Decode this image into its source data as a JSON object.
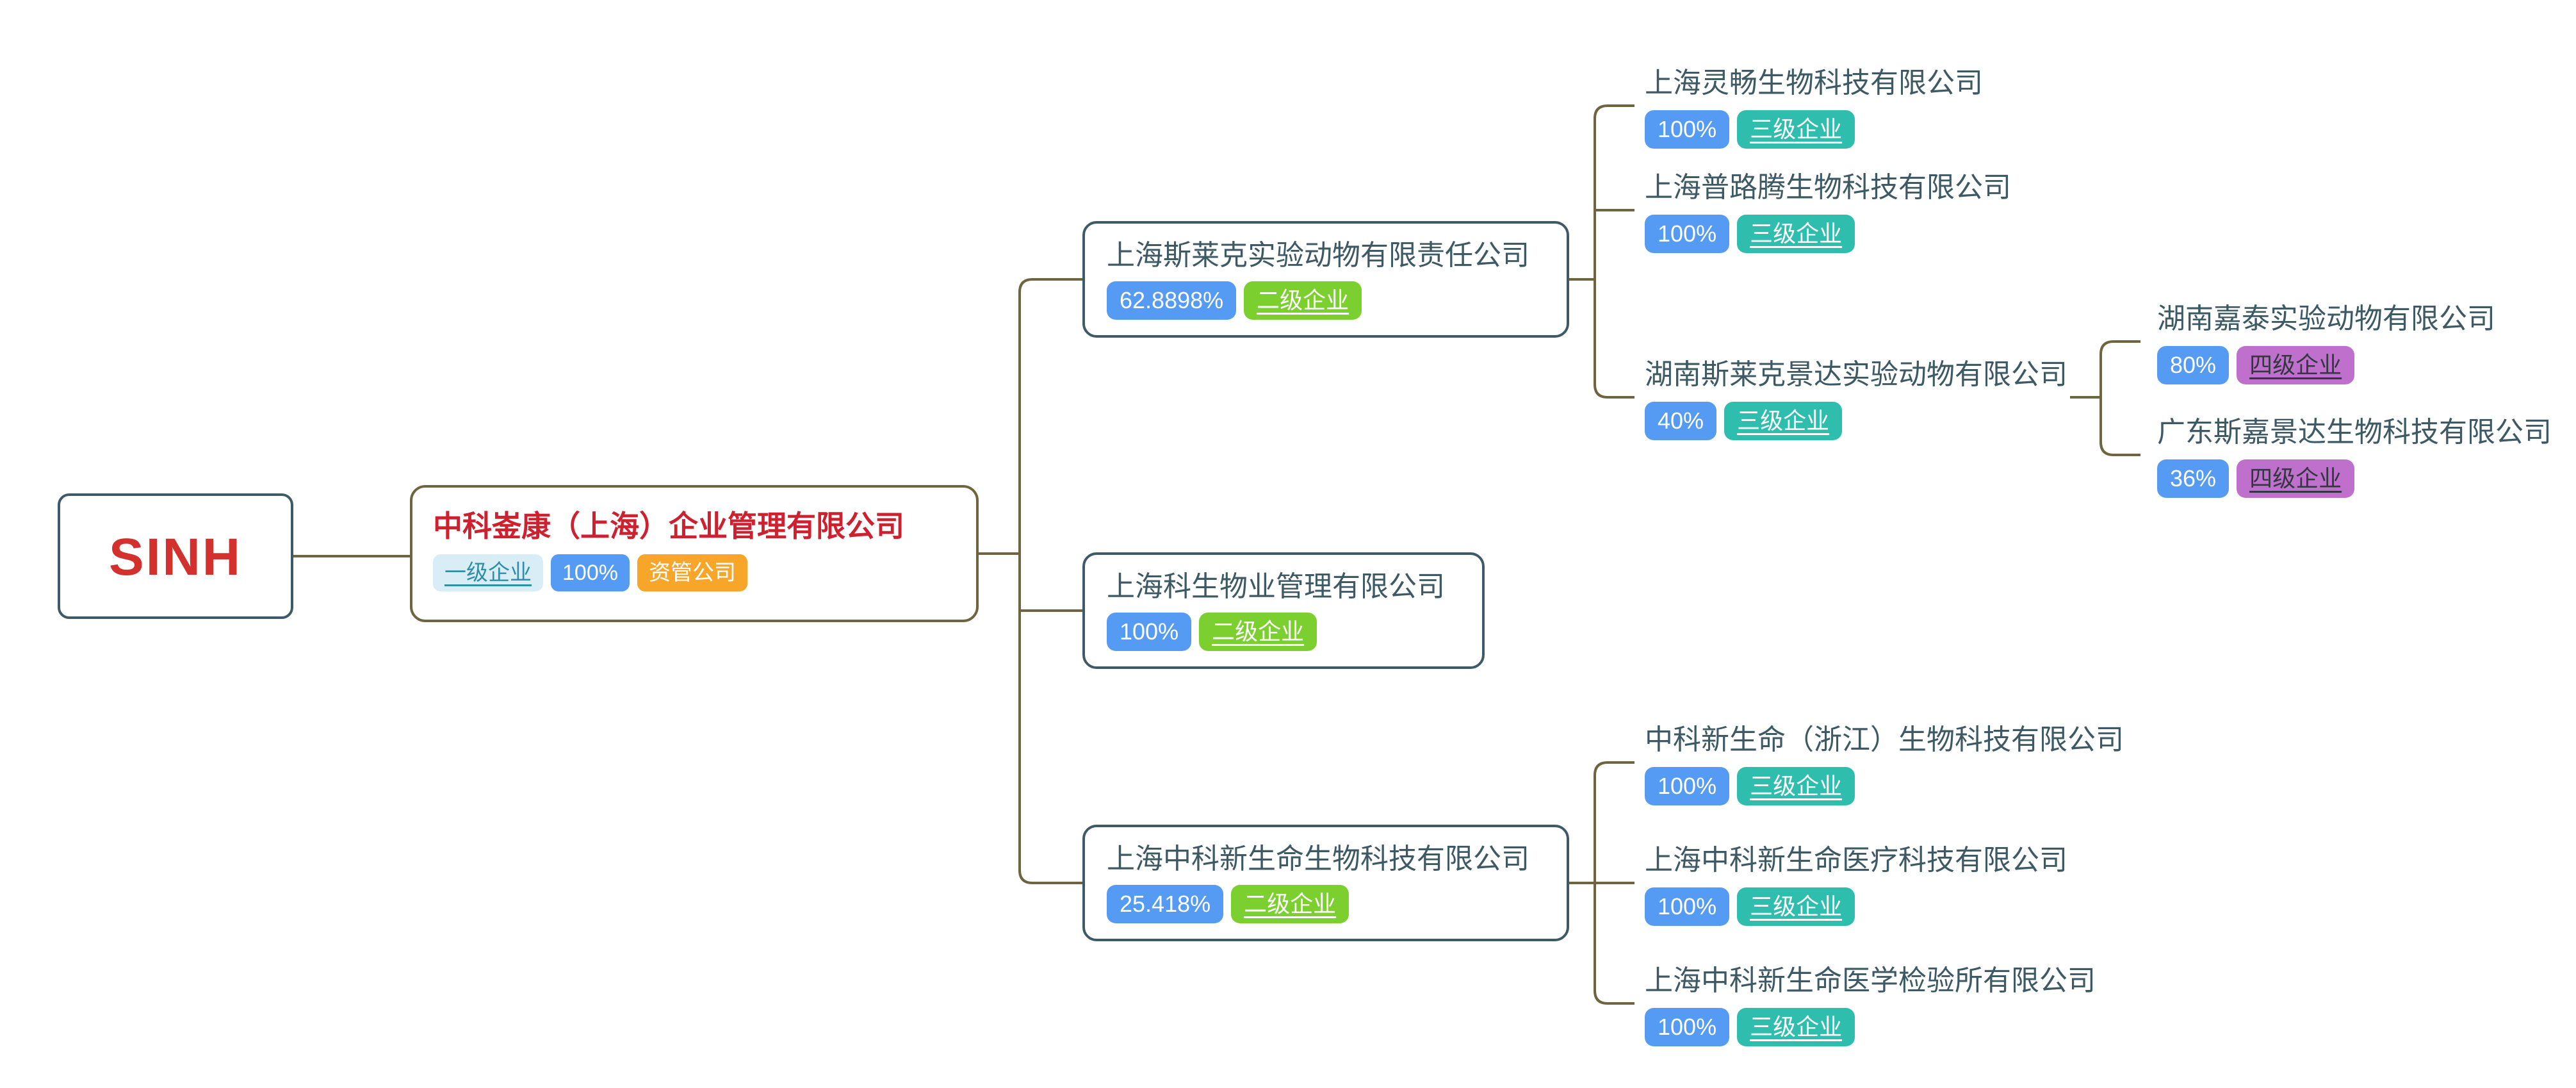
{
  "palette": {
    "line": "#6F6440",
    "box_border": "#3E5A66",
    "root_border": "#6F6440",
    "node_title_text": "#3D5964",
    "root_title_text": "#CE2130",
    "logo_text": "#D2312E",
    "percent_badge_bg": "#569BF3",
    "level1_badge_bg": "#D9EDF6",
    "level1_badge_text": "#2F8EA8",
    "level2_badge_bg": "#7BCF2F",
    "level3_badge_bg": "#2FBDAE",
    "level4_badge_bg": "#BF70CC",
    "tag_badge_bg": "#F7A62A"
  },
  "logo": {
    "label": "SINH"
  },
  "root": {
    "name": "中科崟康（上海）企业管理有限公司",
    "level_label": "一级企业",
    "percent": "100%",
    "tag": "资管公司"
  },
  "level2": [
    {
      "name": "上海斯莱克实验动物有限责任公司",
      "percent": "62.8898%",
      "level_label": "二级企业"
    },
    {
      "name": "上海科生物业管理有限公司",
      "percent": "100%",
      "level_label": "二级企业"
    },
    {
      "name": "上海中科新生命生物科技有限公司",
      "percent": "25.418%",
      "level_label": "二级企业"
    }
  ],
  "level3_slac": [
    {
      "name": "上海灵畅生物科技有限公司",
      "percent": "100%",
      "level_label": "三级企业"
    },
    {
      "name": "上海普路腾生物科技有限公司",
      "percent": "100%",
      "level_label": "三级企业"
    },
    {
      "name": "湖南斯莱克景达实验动物有限公司",
      "percent": "40%",
      "level_label": "三级企业"
    }
  ],
  "level4_jingda": [
    {
      "name": "湖南嘉泰实验动物有限公司",
      "percent": "80%",
      "level_label": "四级企业"
    },
    {
      "name": "广东斯嘉景达生物科技有限公司",
      "percent": "36%",
      "level_label": "四级企业"
    }
  ],
  "level3_xinsheng": [
    {
      "name": "中科新生命（浙江）生物科技有限公司",
      "percent": "100%",
      "level_label": "三级企业"
    },
    {
      "name": "上海中科新生命医疗科技有限公司",
      "percent": "100%",
      "level_label": "三级企业"
    },
    {
      "name": "上海中科新生命医学检验所有限公司",
      "percent": "100%",
      "level_label": "三级企业"
    }
  ]
}
